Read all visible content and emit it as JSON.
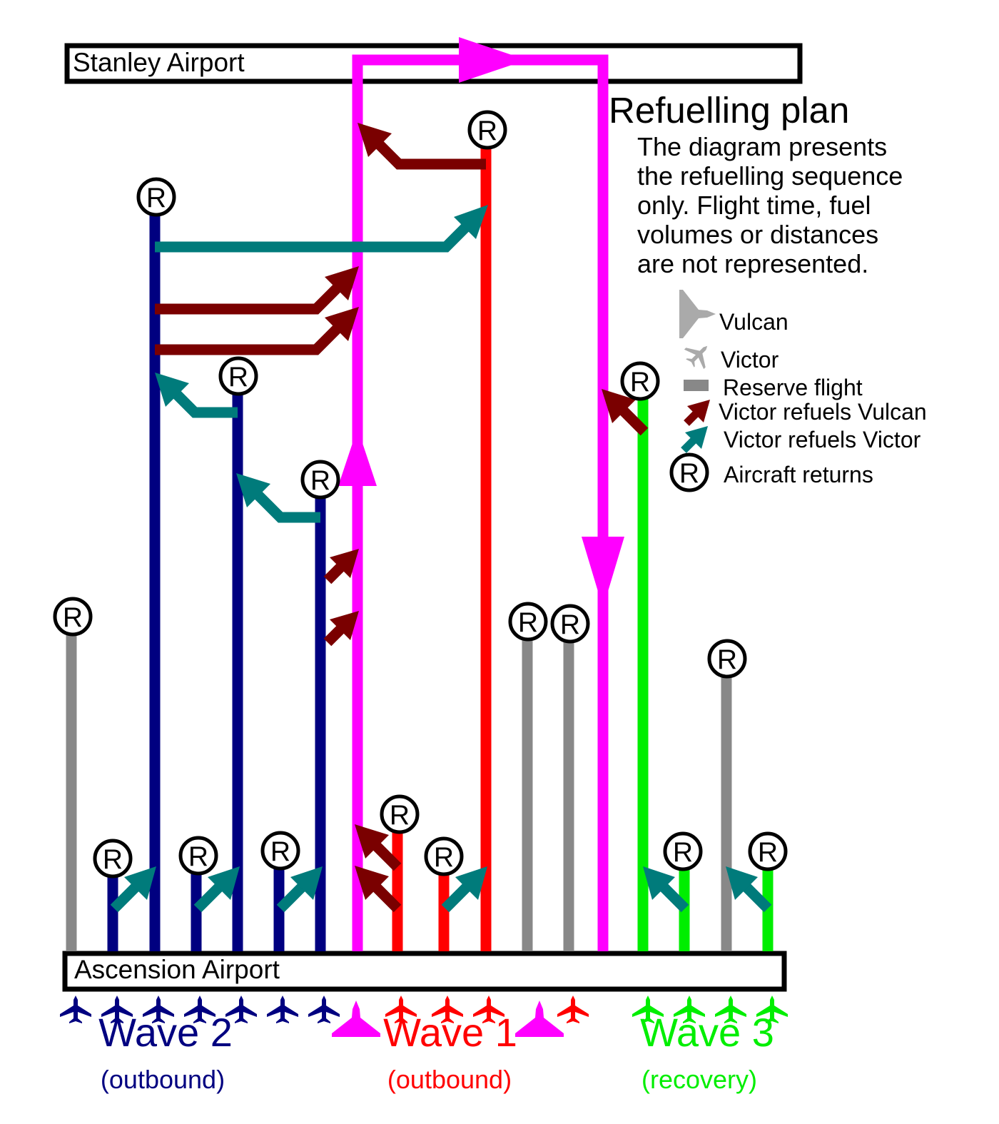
{
  "airports": {
    "top": "Stanley Airport",
    "bottom": "Ascension Airport"
  },
  "title": "Refuelling plan",
  "description": [
    "The diagram presents",
    "the refuelling sequence",
    "only. Flight time, fuel",
    "volumes or distances",
    "are not represented."
  ],
  "legend": {
    "vulcan": "Vulcan",
    "victor": "Victor",
    "reserve": "Reserve flight",
    "victor_vulcan": "Victor refuels Vulcan",
    "victor_victor": "Victor refuels Victor",
    "returns": "Aircraft returns"
  },
  "return_symbol": "R",
  "waves": {
    "wave2": {
      "name": "Wave 2",
      "sub": "(outbound)"
    },
    "wave1": {
      "name": "Wave 1",
      "sub": "(outbound)"
    },
    "wave3": {
      "name": "Wave 3",
      "sub": "(recovery)"
    }
  },
  "colors": {
    "wave2": "#000080",
    "wave1": "#ff0000",
    "wave3": "#00ee00",
    "reserve": "#888888",
    "vulcan_route": "#ff00ff",
    "victor_refuels_vulcan": "#7a0000",
    "victor_refuels_victor": "#007b7b",
    "legend_icon": "#aaaaaa",
    "frame": "#000000"
  },
  "icons": {
    "vulcan": "delta-wing-bomber-icon",
    "victor": "jet-aircraft-icon",
    "return": "circled-r-icon"
  }
}
